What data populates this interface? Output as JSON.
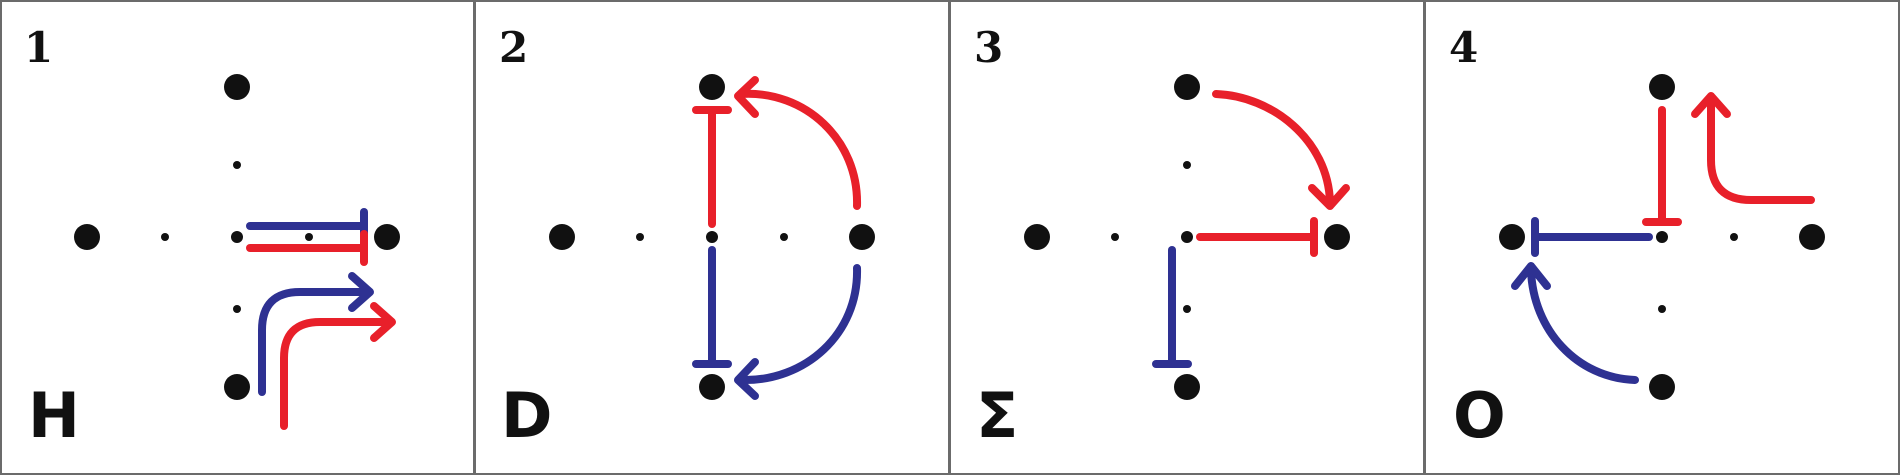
{
  "colors": {
    "red": "#e8202a",
    "blue": "#2e3192",
    "dot": "#111111"
  },
  "panels": [
    {
      "number": "1",
      "symbol": "H"
    },
    {
      "number": "2",
      "symbol": "D"
    },
    {
      "number": "3",
      "symbol": "Σ"
    },
    {
      "number": "4",
      "symbol": "O"
    }
  ]
}
